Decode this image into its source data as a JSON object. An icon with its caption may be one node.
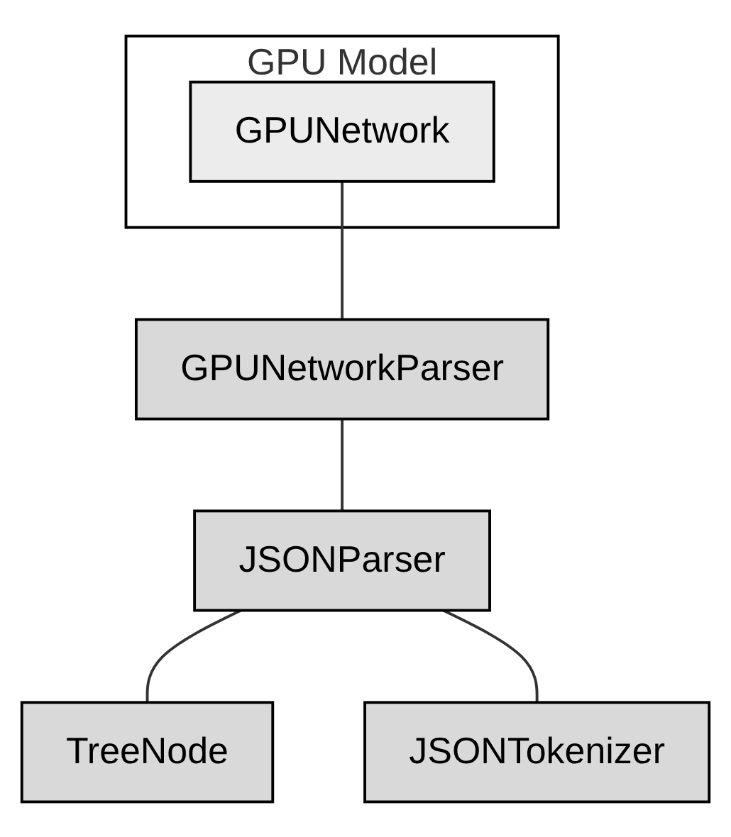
{
  "diagram": {
    "nodes": [
      {
        "text": [
          "GPU Model"
        ]
      },
      {
        "text": [
          "GPUNetwork"
        ],
        "in": 0
      },
      {
        "text": [
          "GPUNetworkParser"
        ]
      },
      {
        "text": [
          "JSONParser"
        ]
      },
      {
        "text": [
          "TreeNode"
        ]
      },
      {
        "text": [
          "JSONTokenizer"
        ]
      }
    ],
    "edges": [
      {
        "from": 1,
        "to": 2,
        "arrow": "none"
      },
      {
        "from": 2,
        "to": 3,
        "arrow": "none"
      },
      {
        "from": 3,
        "to": 4,
        "arrow": "none"
      },
      {
        "from": 3,
        "to": 5,
        "arrow": "none"
      }
    ]
  }
}
